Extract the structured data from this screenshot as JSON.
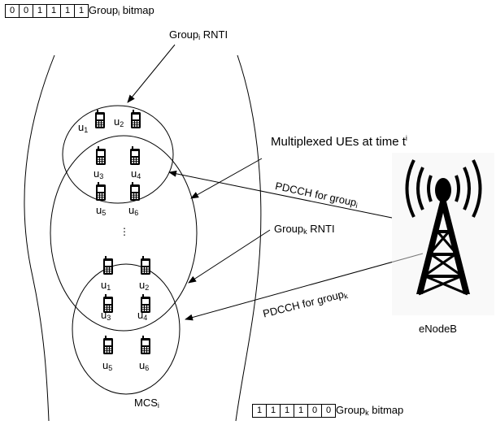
{
  "group_i_bitmap": {
    "bits": [
      "0",
      "0",
      "1",
      "1",
      "1",
      "1"
    ],
    "label": "Group",
    "label_sub": "i",
    "label_suffix": " bitmap"
  },
  "group_k_bitmap": {
    "bits": [
      "1",
      "1",
      "1",
      "1",
      "0",
      "0"
    ],
    "label": "Group",
    "label_sub": "k",
    "label_suffix": " bitmap"
  },
  "group_i_rnti": {
    "text": "Group",
    "sub": "i",
    "suffix": " RNTI"
  },
  "group_k_rnti": {
    "text": "Group",
    "sub": "k",
    "suffix": " RNTI"
  },
  "multiplexed": {
    "text": "Multiplexed UEs at time t",
    "sup": "i"
  },
  "pdcch_i": {
    "text": "PDCCH for group",
    "sub": "i"
  },
  "pdcch_k": {
    "text": "PDCCH for group",
    "sub": "k"
  },
  "enodeb": "eNodeB",
  "mcs": {
    "text": "MCS",
    "sub": "i"
  },
  "ellipsis": "⋮",
  "group_i_ues": [
    {
      "name": "u",
      "sub": "1"
    },
    {
      "name": "u",
      "sub": "2"
    },
    {
      "name": "u",
      "sub": "3"
    },
    {
      "name": "u",
      "sub": "4"
    },
    {
      "name": "u",
      "sub": "5"
    },
    {
      "name": "u",
      "sub": "6"
    }
  ],
  "group_k_ues": [
    {
      "name": "u",
      "sub": "1"
    },
    {
      "name": "u",
      "sub": "2"
    },
    {
      "name": "u",
      "sub": "3"
    },
    {
      "name": "u",
      "sub": "4"
    },
    {
      "name": "u",
      "sub": "5"
    },
    {
      "name": "u",
      "sub": "6"
    }
  ]
}
